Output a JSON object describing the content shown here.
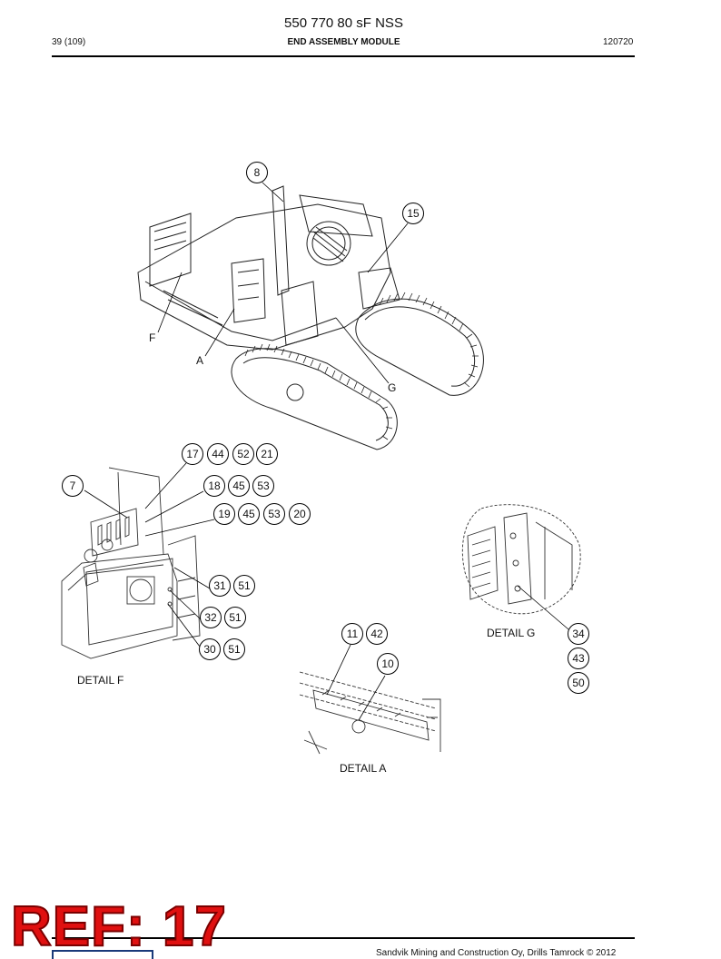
{
  "header": {
    "doc_title": "550 770 80 sF NSS",
    "page_number": "39 (109)",
    "section_title": "END ASSEMBLY MODULE",
    "date_code": "120720"
  },
  "main_view": {
    "callouts": [
      "8",
      "15"
    ],
    "detail_refs": [
      "F",
      "A",
      "G"
    ]
  },
  "detail_f": {
    "caption": "DETAIL F",
    "callouts": [
      "7",
      "17",
      "44",
      "52",
      "21",
      "18",
      "45",
      "53",
      "19",
      "45",
      "53",
      "20",
      "31",
      "51",
      "32",
      "51",
      "30",
      "51"
    ]
  },
  "detail_a": {
    "caption": "DETAIL A",
    "callouts": [
      "11",
      "42",
      "10"
    ]
  },
  "detail_g": {
    "caption": "DETAIL G",
    "callouts": [
      "34",
      "43",
      "50"
    ]
  },
  "stamp": {
    "text": "REF: 17"
  },
  "footer": {
    "copyright": "Sandvik Mining and Construction Oy, Drills Tamrock © 2012"
  }
}
